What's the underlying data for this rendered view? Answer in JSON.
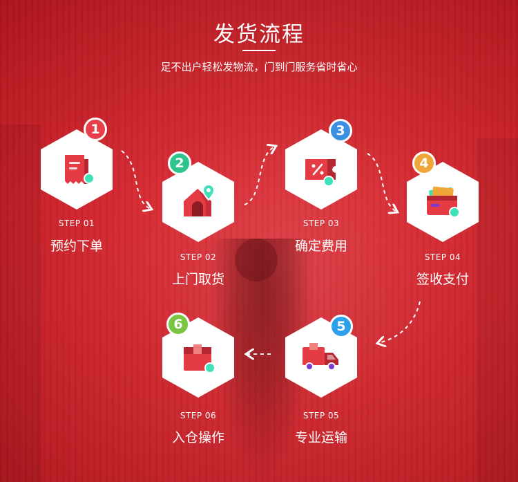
{
  "header": {
    "title": "发货流程",
    "subtitle": "足不出户轻松发物流，门到门服务省时省心"
  },
  "steps": [
    {
      "number": "1",
      "code": "STEP 01",
      "name": "预约下单",
      "badge_color": "#e8404a",
      "icon": "receipt-icon"
    },
    {
      "number": "2",
      "code": "STEP 02",
      "name": "上门取货",
      "badge_color": "#2ec48e",
      "icon": "house-pin-icon"
    },
    {
      "number": "3",
      "code": "STEP 03",
      "name": "确定费用",
      "badge_color": "#3b8fe0",
      "icon": "coupon-icon"
    },
    {
      "number": "4",
      "code": "STEP 04",
      "name": "签收支付",
      "badge_color": "#f0a73a",
      "icon": "wallet-icon"
    },
    {
      "number": "5",
      "code": "STEP 05",
      "name": "专业运输",
      "badge_color": "#2e9fe8",
      "icon": "truck-icon"
    },
    {
      "number": "6",
      "code": "STEP 06",
      "name": "入仓操作",
      "badge_color": "#7ac642",
      "icon": "box-icon"
    }
  ],
  "colors": {
    "background": "#d62b33",
    "icon_red": "#e53b44",
    "icon_dark_red": "#b52730",
    "icon_teal": "#3ee0b8"
  }
}
